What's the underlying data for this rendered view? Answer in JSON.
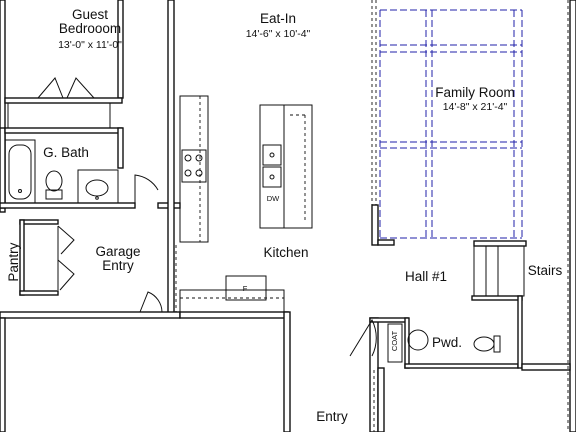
{
  "rooms": {
    "guest_bedroom": {
      "name": "Guest\nBedrooom",
      "dim": "13'-0\" x 11'-0\""
    },
    "eat_in": {
      "name": "Eat-In",
      "dim": "14'-6\" x 10'-4\""
    },
    "family_room": {
      "name": "Family Room",
      "dim": "14'-8\" x 21'-4\""
    },
    "g_bath": {
      "name": "G. Bath"
    },
    "pantry": {
      "name": "Pantry"
    },
    "garage_entry": {
      "name": "Garage\nEntry"
    },
    "kitchen": {
      "name": "Kitchen"
    },
    "hall_1": {
      "name": "Hall #1"
    },
    "stairs": {
      "name": "Stairs"
    },
    "pwd": {
      "name": "Pwd."
    },
    "entry": {
      "name": "Entry"
    }
  },
  "fixtures": {
    "dw": "DW",
    "fridge": "F",
    "coat": "COAT"
  },
  "colors": {
    "wall": "#111111",
    "ceiling_grid": "#2020a8",
    "background": "#ffffff"
  }
}
